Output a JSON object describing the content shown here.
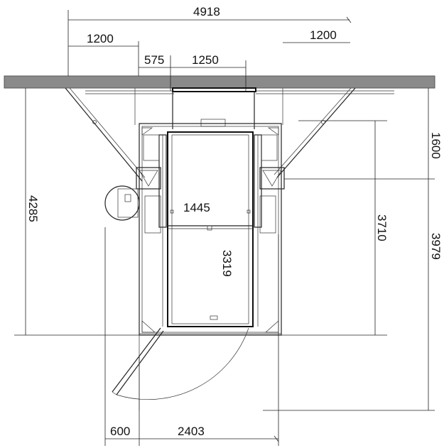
{
  "drawing": {
    "dimensions": {
      "overall_width": "4918",
      "left_ramp": "1200",
      "right_ramp": "1200",
      "offset_left": "575",
      "top_opening": "1250",
      "platform_width": "1445",
      "platform_length": "3319",
      "upper_right": "1600",
      "inner_right": "3710",
      "outer_right": "3979",
      "left_height": "4285",
      "door_swing": "600",
      "bottom_width": "2403"
    }
  }
}
